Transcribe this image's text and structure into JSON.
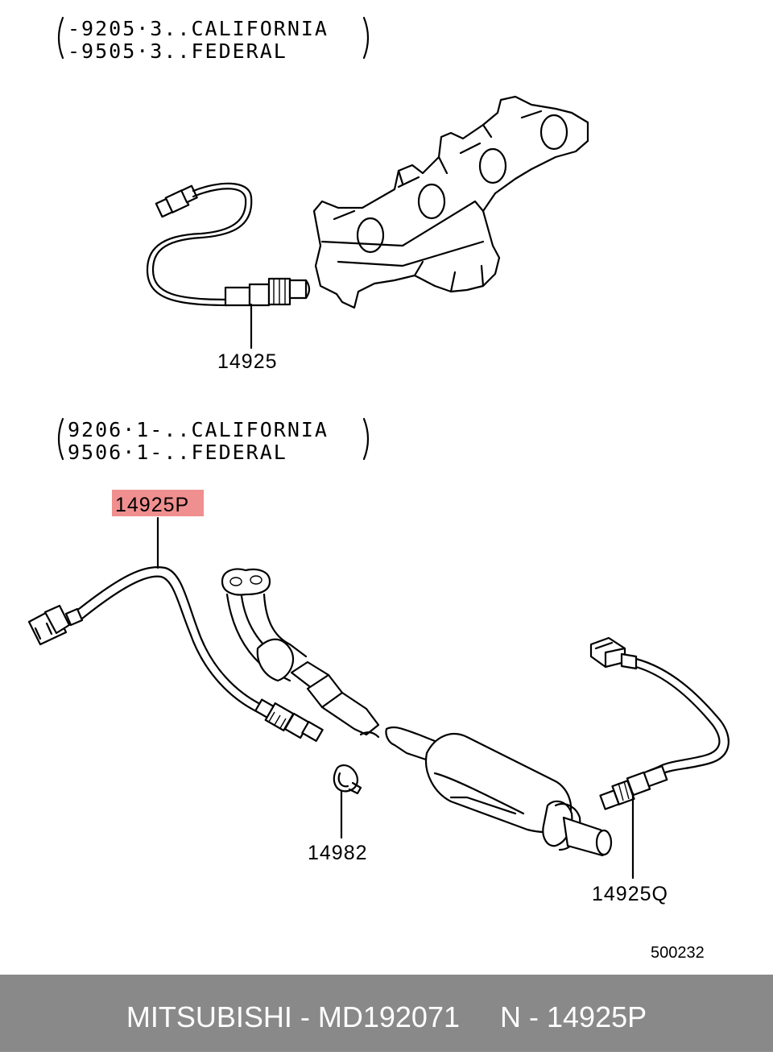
{
  "notes": {
    "top": {
      "line1": "-9205·3..CALIFORNIA",
      "line2": "-9505·3..FEDERAL"
    },
    "bottom": {
      "line1": "9206·1-..CALIFORNIA",
      "line2": "9506·1-..FEDERAL"
    }
  },
  "callouts": {
    "sensor_upper": "14925",
    "sensor_front": "14925P",
    "clamp": "14982",
    "sensor_rear": "14925Q"
  },
  "highlight_color": "#f08f8f",
  "doc_number": "500232",
  "footer": {
    "brand": "MITSUBISHI",
    "sep1": " - ",
    "part_number": "MD192071",
    "gap": "     ",
    "position": "N - 14925P"
  },
  "footer_color": "#898989"
}
